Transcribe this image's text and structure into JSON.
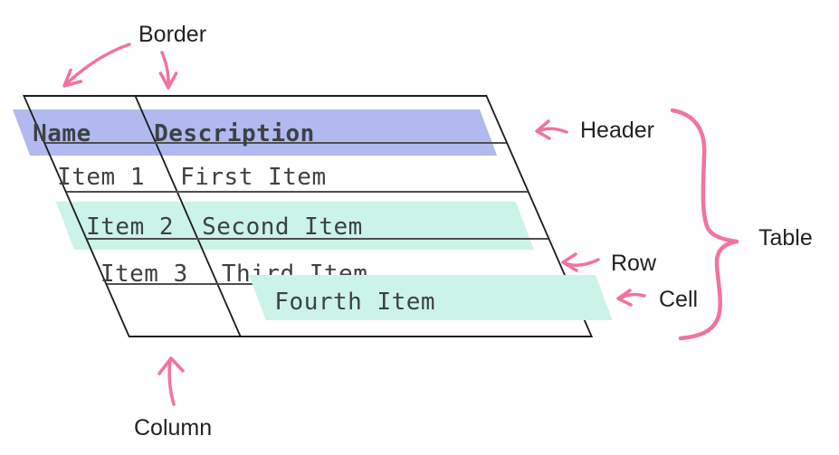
{
  "labels": {
    "border": "Border",
    "header": "Header",
    "table": "Table",
    "row": "Row",
    "cell": "Cell",
    "column": "Column"
  },
  "table": {
    "columns": [
      "Name",
      "Description"
    ],
    "rows": [
      [
        "Item 1",
        "First Item"
      ],
      [
        "Item 2",
        "Second Item"
      ],
      [
        "Item 3",
        "Third Item"
      ],
      [
        "",
        "Fourth Item"
      ]
    ]
  },
  "colors": {
    "annotation": "#f2739f",
    "header_highlight": "#b0baef",
    "row_highlight": "#ccf3e8",
    "table_border": "#1d1d1f",
    "grid_line": "#4f4f4f",
    "table_text": "#3c4145",
    "label_text": "#1f2124",
    "background": "#ffffff"
  }
}
